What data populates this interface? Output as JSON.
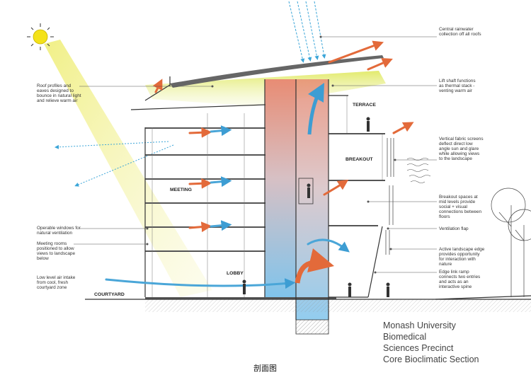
{
  "annotations_left": [
    {
      "lines": [
        "Roof profiles and",
        "eaves designed to",
        "bounce in natural light",
        "and relieve warm air"
      ]
    },
    {
      "lines": [
        "Operable windows for",
        "natural ventilation"
      ]
    },
    {
      "lines": [
        "Meeting rooms",
        "positioned to allow",
        "views to landscape",
        "below"
      ]
    },
    {
      "lines": [
        "Low level air intake",
        "from cool, fresh",
        "courtyard zone"
      ]
    }
  ],
  "annotations_right": [
    {
      "lines": [
        "Central rainwater",
        "collection off all roofs"
      ]
    },
    {
      "lines": [
        "Lift shaft functions",
        "as thermal stack -",
        "venting warm air"
      ]
    },
    {
      "lines": [
        "Vertical fabric screens",
        "deflect direct low",
        "angle sun and glare",
        "while allowing views",
        "to the landscape"
      ]
    },
    {
      "lines": [
        "Breakout spaces at",
        "mid levels provide",
        "social + visual",
        "connections between",
        "floors"
      ]
    },
    {
      "lines": [
        "Ventilation flap"
      ]
    },
    {
      "lines": [
        "Active landscape edge",
        "provides opportunity",
        "for interaction with",
        "nature"
      ]
    },
    {
      "lines": [
        "Edge link ramp",
        "connects two entries",
        "and acts as an",
        "interactive spine"
      ]
    }
  ],
  "rooms": {
    "terrace": "TERRACE",
    "breakout": "BREAKOUT",
    "meeting": "MEETING",
    "lobby": "LOBBY",
    "courtyard": "COURTYARD"
  },
  "title_lines": [
    "Monash University",
    "Biomedical",
    "Sciences Precinct",
    "Core Bioclimatic Section"
  ],
  "caption": "剖面图",
  "colors": {
    "sun": "#f4e21a",
    "sunbeam": "#e6ea6a",
    "warm_air": "#e36a3a",
    "cool_air": "#4aa6d8",
    "stack_top": "#e98f7a",
    "stack_bottom": "#8cc8ec"
  }
}
